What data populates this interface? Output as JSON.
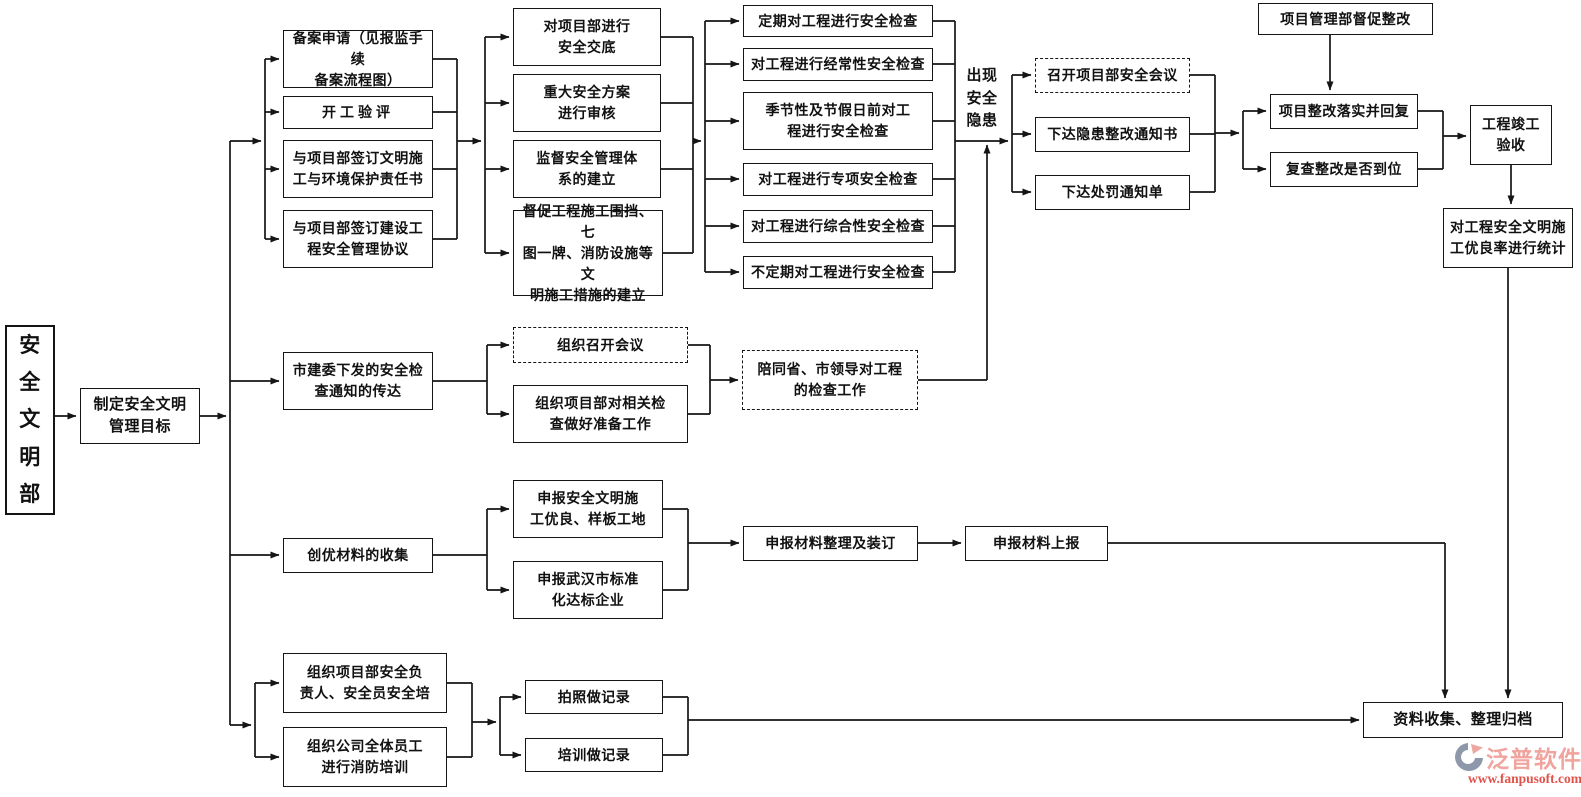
{
  "nodes": {
    "dept": "安\n全\n文\n明\n部",
    "goal": "制定安全文明\n管理目标",
    "filing": "备案申请（见报监手续\n备案流程图）",
    "start_check": "开工验评",
    "civil_agreement": "与项目部签订文明施\n工与环境保护责任书",
    "safety_agreement": "与项目部签订建设工\n程安全管理协议",
    "disclosure": "对项目部进行\n安全交底",
    "major_plan": "重大安全方案\n进行审核",
    "supervise_system": "监督安全管理体\n系的建立",
    "urge_measures": "督促工程施工围挡、七\n图一牌、消防设施等文\n明施工措施的建立",
    "regular_check": "定期对工程进行安全检查",
    "frequent_check": "对工程进行经常性安全检查",
    "seasonal_check": "季节性及节假日前对工\n程进行安全检查",
    "special_check": "对工程进行专项安全检查",
    "comprehensive_check": "对工程进行综合性安全检查",
    "irregular_check": "不定期对工程进行安全检查",
    "hazard": "出现\n安全\n隐患",
    "safety_meeting": "召开项目部安全会议",
    "rectify_notice": "下达隐患整改通知书",
    "penalty_notice": "下达处罚通知单",
    "pm_supervise": "项目管理部督促整改",
    "implement_reply": "项目整改落实并回复",
    "recheck": "复查整改是否到位",
    "completion": "工程竣工\n验收",
    "statistics": "对工程安全文明施\n工优良率进行统计",
    "notice_delivery": "市建委下发的安全检\n查通知的传达",
    "organize_meeting": "组织召开会议",
    "prepare_check": "组织项目部对相关检\n查做好准备工作",
    "accompany": "陪同省、市领导对工程\n的检查工作",
    "excellence_collect": "创优材料的收集",
    "apply_excellent": "申报安全文明施\n工优良、样板工地",
    "apply_wuhan": "申报武汉市标准\n化达标企业",
    "binding": "申报材料整理及装订",
    "submit": "申报材料上报",
    "train_leaders": "组织项目部安全负\n责人、安全员安全培",
    "train_fire": "组织公司全体员工\n进行消防培训",
    "photo_record": "拍照做记录",
    "training_record": "培训做记录",
    "archive": "资料收集、整理归档"
  },
  "watermark": {
    "brand": "泛普软件",
    "url": "www.fanpusoft.com"
  },
  "colors": {
    "line": "#151515",
    "box_border": "#151515",
    "brand_pink": "#f0a49e",
    "url_red": "#e0534a",
    "logo_gray": "#8d98aa",
    "logo_pink": "#eda6a2"
  }
}
